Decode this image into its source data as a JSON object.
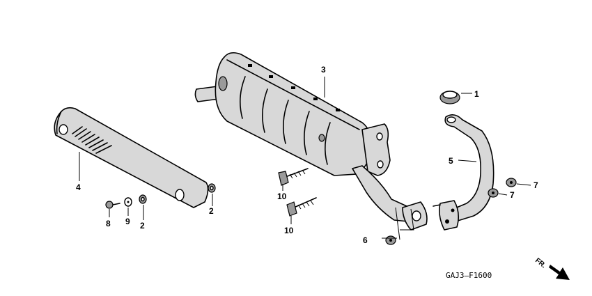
{
  "callouts": {
    "c1": "1",
    "c2a": "2",
    "c2b": "2",
    "c3": "3",
    "c4": "4",
    "c5": "5",
    "c6": "6",
    "c7a": "7",
    "c7b": "7",
    "c8": "8",
    "c9": "9",
    "c10a": "10",
    "c10b": "10"
  },
  "diagram_code": "GAJ3–F1600",
  "direction_label": "FR.",
  "icons": {
    "front_arrow": "arrow-down-right-icon"
  }
}
